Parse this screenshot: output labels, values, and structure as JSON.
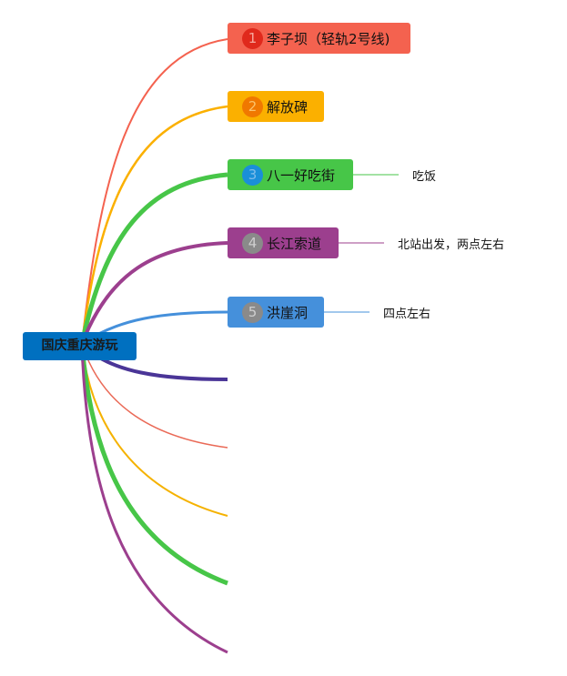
{
  "root": {
    "label": "国庆重庆游玩"
  },
  "topics": [
    {
      "number": "1",
      "label": "李子坝（轻轨2号线)",
      "color": "#f4624f",
      "marker_color": "#e0291c",
      "marker_text_color": "#f6a79d"
    },
    {
      "number": "2",
      "label": "解放碑",
      "color": "#fbb000",
      "marker_color": "#f07800",
      "marker_text_color": "#fbc36b"
    },
    {
      "number": "3",
      "label": "八一好吃街",
      "color": "#47c648",
      "marker_color": "#1a8fd9",
      "marker_text_color": "#7fbcea"
    },
    {
      "number": "4",
      "label": "长江索道",
      "color": "#9c3f8e",
      "marker_color": "#8a8a8a",
      "marker_text_color": "#cfcfcf"
    },
    {
      "number": "5",
      "label": "洪崖洞",
      "color": "#4590db",
      "marker_color": "#8a8a8a",
      "marker_text_color": "#cfcfcf"
    }
  ],
  "notes": [
    {
      "topic": "3",
      "text": "吃饭"
    },
    {
      "topic": "4",
      "text": "北站出发，两点左右"
    },
    {
      "topic": "5",
      "text": "四点左右"
    }
  ],
  "colors": {
    "root": "#0070c0",
    "empty_branches": [
      "#4a3597",
      "#ea6a57",
      "#f5b200",
      "#47c648",
      "#9c3f8e"
    ]
  }
}
